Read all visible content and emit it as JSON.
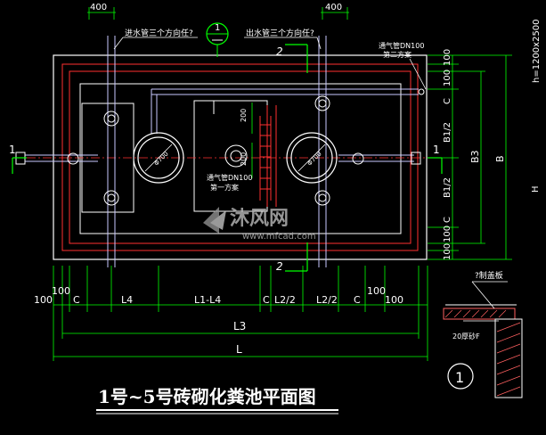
{
  "title": "1号~5号砖砌化粪池平面图",
  "colors": {
    "background": "#000000",
    "dim": "#00ff00",
    "outline": "#ffffff",
    "inner": "#ff3030",
    "pipe": "#c0c0ff",
    "section": "#00ff00",
    "watermark": "#b0b0b0",
    "hatch": "#ff6060"
  },
  "labels": {
    "inlet_note": "进水管三个方向任?",
    "outlet_note": "出水管三个方向任?",
    "vent_right": "通气管DN100",
    "vent_right_sub": "第二方案",
    "vent_center": "通气管DN100",
    "vent_center_sub": "第一方案",
    "section_one_left": "1",
    "section_one_right": "1",
    "section_two_top": "2",
    "section_two_bottom": "2",
    "section_mark_num": "1",
    "detail_circle": "1",
    "detail_cover": "?制盖板",
    "detail_thick": "20厚砂F",
    "right_edge": "h=1200x2500",
    "right_edge_h": "H",
    "dia_left": "Φ700",
    "dia_right": "Φ700",
    "dim_200_a": "200",
    "dim_200_b": "200"
  },
  "top_dims": {
    "left": "400",
    "right": "400"
  },
  "bottom_dims": {
    "row1": [
      "100",
      "100",
      "C",
      "L4",
      "L1-L4",
      "C",
      "L2/2",
      "L2/2",
      "C",
      "100",
      "100"
    ],
    "row2": "L3",
    "row3": "L"
  },
  "right_dims": [
    "100",
    "100",
    "C",
    "B1/2",
    "B1/2",
    "C",
    "100",
    "100",
    "B3",
    "B"
  ],
  "watermark": {
    "brand": "沐风网",
    "url": "www.mfcad.com"
  }
}
